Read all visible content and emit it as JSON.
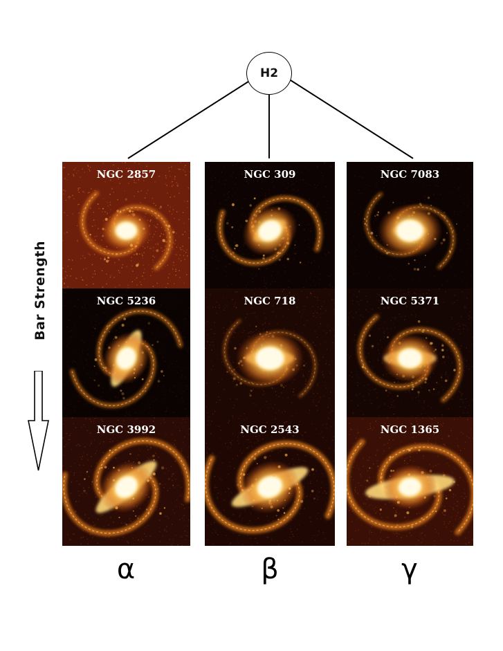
{
  "root_node": {
    "label": "H2"
  },
  "axis": {
    "label": "Bar Strength"
  },
  "columns": [
    {
      "label": "α"
    },
    {
      "label": "β"
    },
    {
      "label": "γ"
    }
  ],
  "rows": [
    [
      {
        "label": "NGC 2857",
        "bg": "#6e1f0c",
        "noise": "#c4621e",
        "bulge": 0.6,
        "bar": 0,
        "arms": 0.55,
        "angle": 0
      },
      {
        "label": "NGC 309",
        "bg": "#0c0302",
        "noise": "#3a1205",
        "bulge": 0.8,
        "bar": 0.15,
        "arms": 0.6,
        "angle": -30
      },
      {
        "label": "NGC 7083",
        "bg": "#0c0302",
        "noise": "#2e0e04",
        "bulge": 1.0,
        "bar": 0.1,
        "arms": 0.35,
        "angle": 0
      }
    ],
    [
      {
        "label": "NGC 5236",
        "bg": "#0b0302",
        "noise": "#2e0e04",
        "bulge": 0.7,
        "bar": 0.55,
        "arms": 0.5,
        "angle": -65
      },
      {
        "label": "NGC 718",
        "bg": "#1e0804",
        "noise": "#5a2009",
        "bulge": 1.1,
        "bar": 0.35,
        "arms": 0.15,
        "angle": 0
      },
      {
        "label": "NGC 5371",
        "bg": "#160603",
        "noise": "#4a1a08",
        "bulge": 0.8,
        "bar": 0.4,
        "arms": 0.5,
        "angle": 0
      }
    ],
    [
      {
        "label": "NGC 3992",
        "bg": "#2a0b05",
        "noise": "#6e2a0c",
        "bulge": 0.8,
        "bar": 0.8,
        "arms": 0.75,
        "angle": -40
      },
      {
        "label": "NGC 2543",
        "bg": "#1f0804",
        "noise": "#5a2009",
        "bulge": 0.9,
        "bar": 0.9,
        "arms": 0.8,
        "angle": -25
      },
      {
        "label": "NGC 1365",
        "bg": "#3a1006",
        "noise": "#7a2c0d",
        "bulge": 0.7,
        "bar": 1.0,
        "arms": 0.75,
        "angle": -8
      }
    ]
  ]
}
